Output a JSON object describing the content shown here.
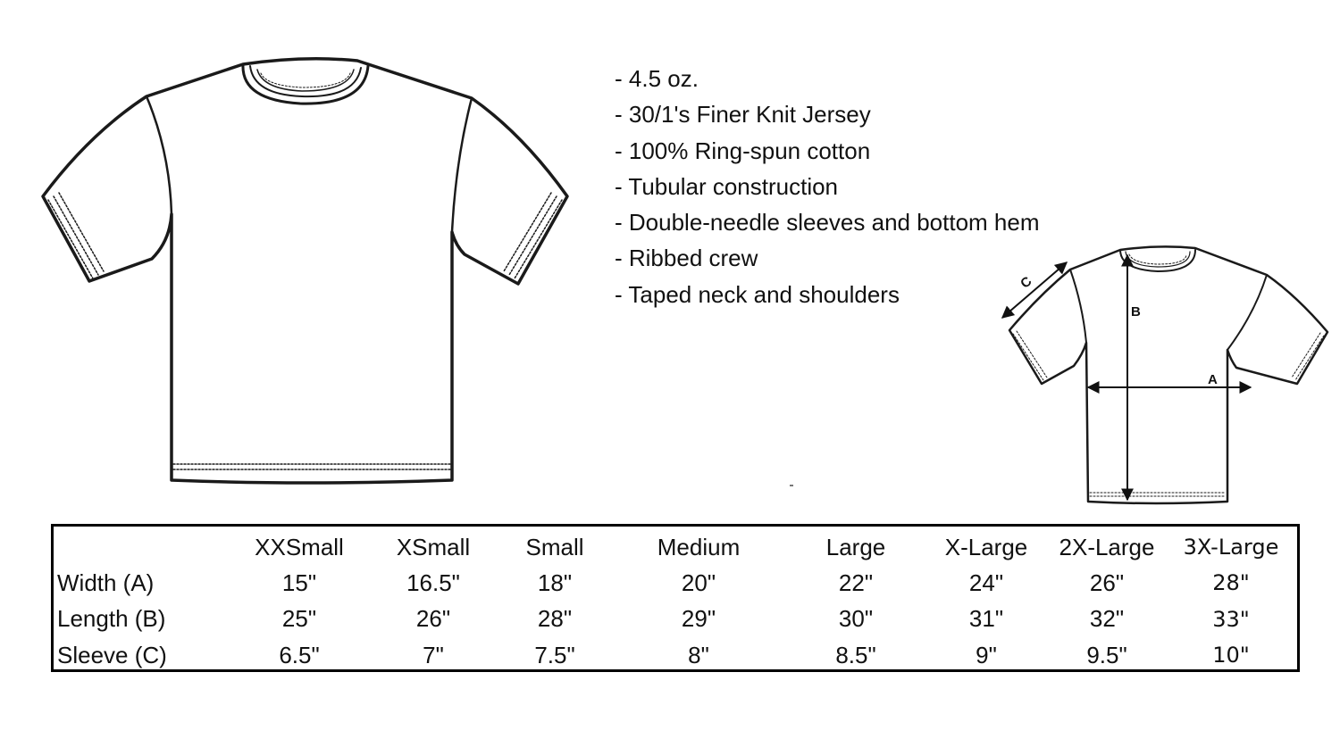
{
  "features": [
    "- 4.5 oz.",
    "- 30/1's Finer Knit Jersey",
    "- 100% Ring-spun cotton",
    "- Tubular construction",
    "- Double-needle sleeves and bottom hem",
    "- Ribbed crew",
    "- Taped neck and shoulders"
  ],
  "diagram": {
    "label_a": "A",
    "label_b": "B",
    "label_c": "C"
  },
  "size_table": {
    "columns": [
      "XXSmall",
      "XSmall",
      "Small",
      "Medium",
      "Large",
      "X-Large",
      "2X-Large",
      "3X-Large"
    ],
    "rows": [
      {
        "label": "Width (A)",
        "values": [
          "15\"",
          "16.5\"",
          "18\"",
          "20\"",
          "22\"",
          "24\"",
          "26\"",
          "28\""
        ]
      },
      {
        "label": "Length (B)",
        "values": [
          "25\"",
          "26\"",
          "28\"",
          "29\"",
          "30\"",
          "31\"",
          "32\"",
          "33\""
        ]
      },
      {
        "label": "Sleeve (C)",
        "values": [
          "6.5\"",
          "7\"",
          "7.5\"",
          "8\"",
          "8.5\"",
          "9\"",
          "9.5\"",
          "10\""
        ]
      }
    ]
  }
}
